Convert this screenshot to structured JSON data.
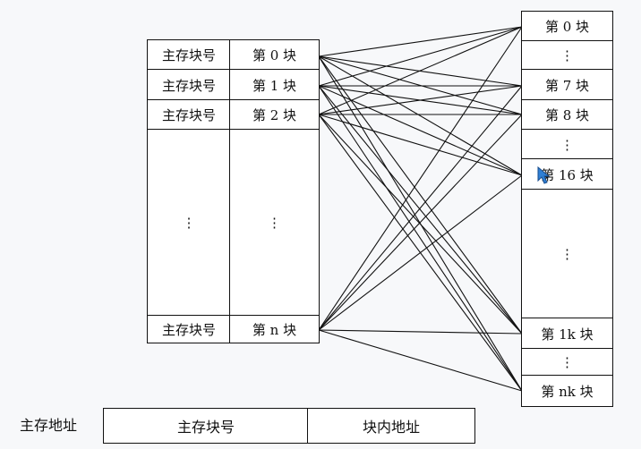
{
  "main_memory": {
    "rows": [
      {
        "label": "主存块号",
        "block": "第 0 块"
      },
      {
        "label": "主存块号",
        "block": "第 1 块"
      },
      {
        "label": "主存块号",
        "block": "第 2 块"
      },
      {
        "label": "⋮",
        "block": "⋮"
      },
      {
        "label": "主存块号",
        "block": "第 n 块"
      }
    ]
  },
  "cache": {
    "rows": [
      "第 0 块",
      "⋮",
      "第 7 块",
      "第 8 块",
      "⋮",
      "第 16 块",
      "⋮",
      "第 1k 块",
      "⋮",
      "第 nk 块"
    ]
  },
  "address_format": {
    "label": "主存地址",
    "fields": [
      "主存块号",
      "块内地址"
    ]
  },
  "icons": {
    "pointer": "mouse-pointer-icon"
  },
  "colors": {
    "line": "#111111",
    "pointer": "#2f7fd4",
    "background": "#f7f8fa"
  }
}
